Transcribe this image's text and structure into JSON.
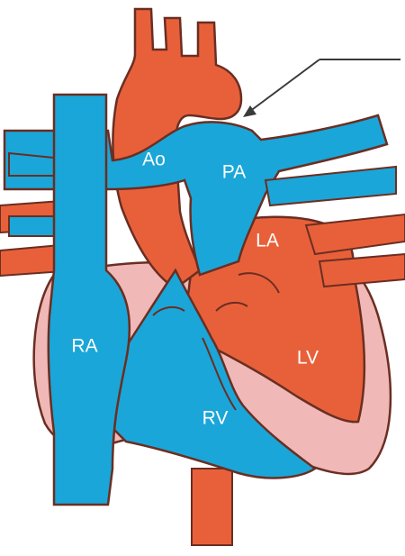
{
  "colors": {
    "arterial": "#e8603a",
    "venous": "#1aa6d8",
    "myocardium": "#f0b8b6",
    "outline": "#6a2e22",
    "arrow": "#3a3a3a",
    "label": "#ffffff"
  },
  "labels": {
    "ao": "Ao",
    "pa": "PA",
    "la": "LA",
    "ra": "RA",
    "lv": "LV",
    "rv": "RV"
  }
}
